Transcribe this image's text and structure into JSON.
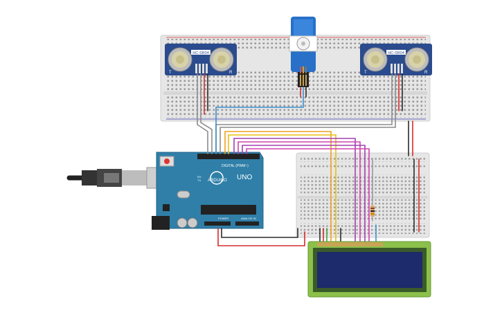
{
  "sensor_left": {
    "model": "HC-SR04",
    "pin_t": "T",
    "pin_r": "R"
  },
  "sensor_right": {
    "model": "HC-SR04",
    "pin_t": "T",
    "pin_r": "R"
  },
  "arduino": {
    "brand": "ARDUINO",
    "model": "UNO",
    "digital_label": "DIGITAL (PWM~)",
    "power_label": "POWER",
    "analog_label": "ANALOG IN",
    "tx": "TX",
    "rx": "RX"
  },
  "colors": {
    "board_teal": "#2f7fa8",
    "breadboard": "#e8e8e8",
    "sensor_blue": "#2a4b8d",
    "lcd_green": "#8bc04a",
    "lcd_screen": "#1d2a6b",
    "wire_red": "#d42a2a",
    "wire_black": "#2a2a2a",
    "wire_gray": "#8c8c8c",
    "wire_blue": "#3a8fd0",
    "wire_orange": "#f0a020",
    "wire_yellow": "#e8c010",
    "wire_purple": "#a040b0",
    "wire_magenta": "#d040b0",
    "wire_green": "#40a040"
  }
}
